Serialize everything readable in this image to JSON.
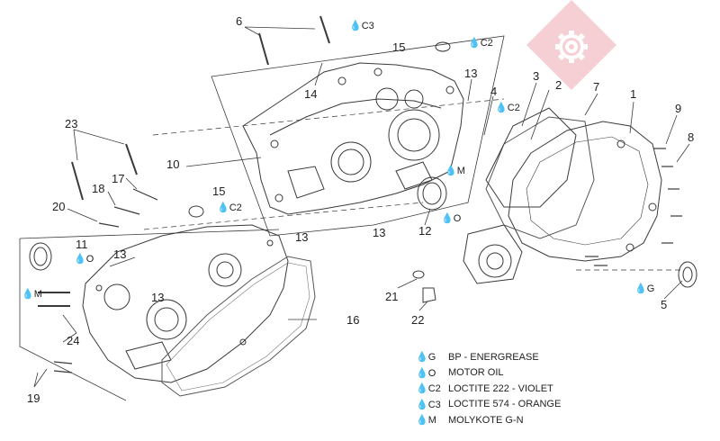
{
  "callouts": {
    "n1": "1",
    "n2": "2",
    "n3": "3",
    "n4": "4",
    "n5": "5",
    "n6": "6",
    "n7": "7",
    "n8": "8",
    "n9": "9",
    "n10": "10",
    "n11": "11",
    "n12": "12",
    "n13a": "13",
    "n13b": "13",
    "n13c": "13",
    "n13d": "13",
    "n13e": "13",
    "n14": "14",
    "n15a": "15",
    "n15b": "15",
    "n16": "16",
    "n17": "17",
    "n18": "18",
    "n19": "19",
    "n20": "20",
    "n21": "21",
    "n22": "22",
    "n23": "23",
    "n24": "24"
  },
  "symbols": {
    "c3_top": "C3",
    "c2_top": "C2",
    "c2_mid": "C2",
    "c2_left": "C2",
    "m_mid": "M",
    "o_mid": "O",
    "o_left": "O",
    "m_left": "M",
    "g_right": "G"
  },
  "legend": [
    {
      "key": "G",
      "desc": "BP - ENERGREASE"
    },
    {
      "key": "O",
      "desc": "MOTOR OIL"
    },
    {
      "key": "C2",
      "desc": "LOCTITE 222 - VIOLET"
    },
    {
      "key": "C3",
      "desc": "LOCTITE 574 - ORANGE"
    },
    {
      "key": "M",
      "desc": "MOLYKOTE G-N"
    }
  ],
  "icons": {
    "drop": "drop-icon",
    "watermark": "gear-watermark-icon"
  },
  "colors": {
    "line": "#3a3a3a",
    "dark": "#2a2a2a",
    "watermark": "#f4c4cc",
    "gasket": "#555555"
  }
}
